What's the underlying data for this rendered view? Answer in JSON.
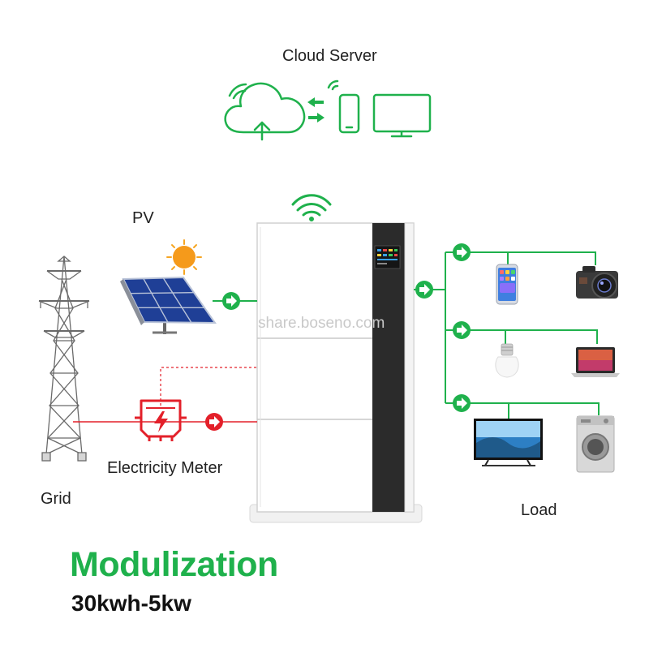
{
  "labels": {
    "cloud_server": "Cloud Server",
    "pv": "PV",
    "electricity_meter": "Electricity Meter",
    "grid": "Grid",
    "load": "Load"
  },
  "headline": "Modulization",
  "subheadline": "30kwh-5kw",
  "watermark": "share.boseno.com",
  "colors": {
    "green": "#1fb14c",
    "red": "#e3202a",
    "solar_blue": "#1f3f96",
    "cabinet_dark": "#2b2b2b"
  },
  "icons": [
    "cloud-icon",
    "phone-icon",
    "monitor-icon",
    "wifi-icon",
    "sun-icon",
    "solar-panel-icon",
    "transmission-tower-icon",
    "electricity-meter-icon",
    "battery-cabinet-icon",
    "smartphone-icon",
    "camera-icon",
    "light-bulb-icon",
    "laptop-icon",
    "tv-icon",
    "washing-machine-icon",
    "arrow-right-icon"
  ]
}
